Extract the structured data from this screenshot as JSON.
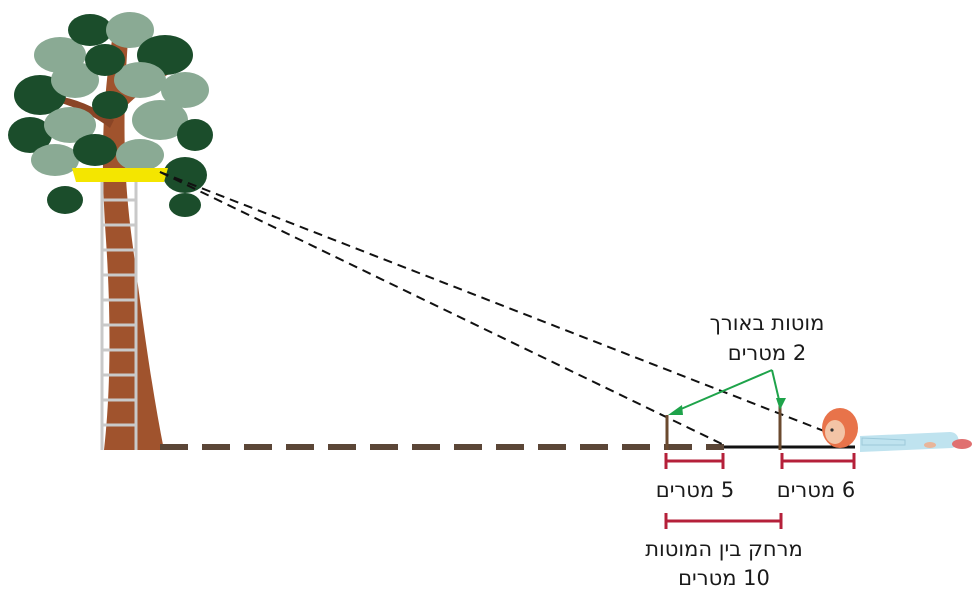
{
  "labels": {
    "poles_line1": "מוטות באורך",
    "poles_line2": "2 מטרים",
    "dist_left": "5 מטרים",
    "dist_right": "6 מטרים",
    "between_line1": "מרחק בין המוטות",
    "between_line2": "10 מטרים"
  },
  "measurements": {
    "pole_length_m": 2,
    "near_pole_to_eye_m": 6,
    "far_pole_to_eye_m": 5,
    "between_poles_m": 10
  },
  "colors": {
    "ground_dash": "#5b4637",
    "pole": "#6b4a2f",
    "measure": "#b5203a",
    "arrow": "#1ea34a",
    "platform": "#f4e600",
    "trunk": "#a0532d",
    "leaf_dark": "#1b4d2b",
    "leaf_light": "#8aaa94",
    "ladder": "#c9c9c9",
    "hair": "#e8734a",
    "shirt": "#bfe3ef"
  }
}
